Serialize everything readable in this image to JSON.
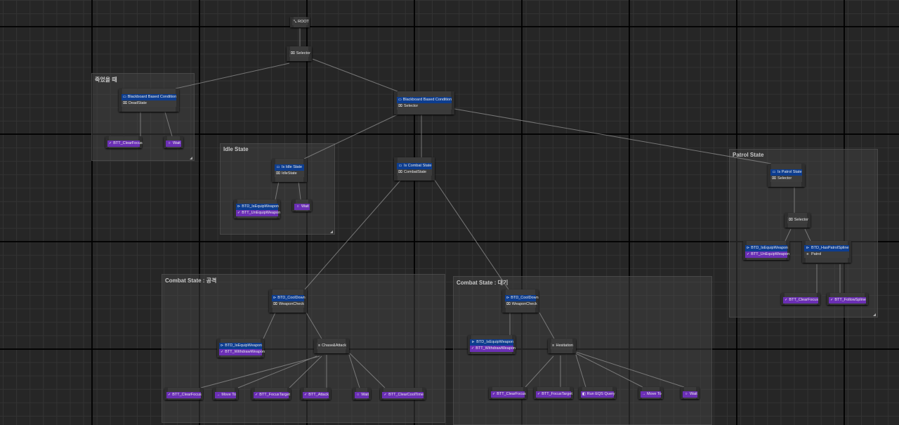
{
  "root": {
    "label": "ROOT"
  },
  "top_selector": {
    "label": "Selector"
  },
  "comments": {
    "dead": "죽었을 때",
    "idle": "Idle State",
    "patrol": "Patrol State",
    "combat_attack": "Combat State : 공격",
    "combat_wait": "Combat State : 대기"
  },
  "dead": {
    "decorator": "Blackboard Based Condition",
    "composite": "DeadState",
    "task1": "BTT_ClearFocus",
    "task2": "Wait"
  },
  "main": {
    "decorator": "Blackboard Based Condition",
    "composite": "Selector"
  },
  "idle": {
    "decorator": "Is Idle State",
    "composite": "IdleState",
    "sub_decorator": "BTD_IsEquipWeapon",
    "sub_task": "BTT_UnEquipWeapon",
    "wait": "Wait"
  },
  "combat": {
    "decorator": "Is Combat State",
    "composite": "CombatState"
  },
  "patrol": {
    "decorator": "Is Patrol State",
    "composite": "Selector",
    "selector": "Selector",
    "sub_decorator": "BTD_IsEquipWeapon",
    "sub_task": "BTT_UnEquipWeapon",
    "spline_decorator": "BTD_HasPatrolSpline",
    "spline_composite": "Patrol",
    "task1": "BTT_ClearFocus",
    "task2": "BTT_FollowSpline"
  },
  "attack": {
    "decorator": "BTD_CoolDown",
    "composite": "WeaponCheck",
    "sub_decorator": "BTD_IsEquipWeapon",
    "sub_task": "BTT_WithdrawWeapon",
    "sequence": "Chase&Attack",
    "tasks": [
      "BTT_ClearFocus",
      "Move To",
      "BTT_FocusTarget",
      "BTT_Attack",
      "Wait",
      "BTT_ClearCoolTime"
    ]
  },
  "wait_state": {
    "decorator": "BTD_CoolDown",
    "composite": "WeaponCheck",
    "sub_decorator": "BTD_IsEquipWeapon",
    "sub_task": "BTT_WithdrawWeapon",
    "sequence": "Hesitation",
    "tasks": [
      "BTT_ClearFocus",
      "BTT_FocusTarget",
      "Run EQS Query",
      "Move To",
      "Wait"
    ]
  },
  "colors": {
    "decorator": "#0d3d8f",
    "task": "#6b2fb5",
    "node": "#3a3a3a",
    "background": "#262626"
  }
}
